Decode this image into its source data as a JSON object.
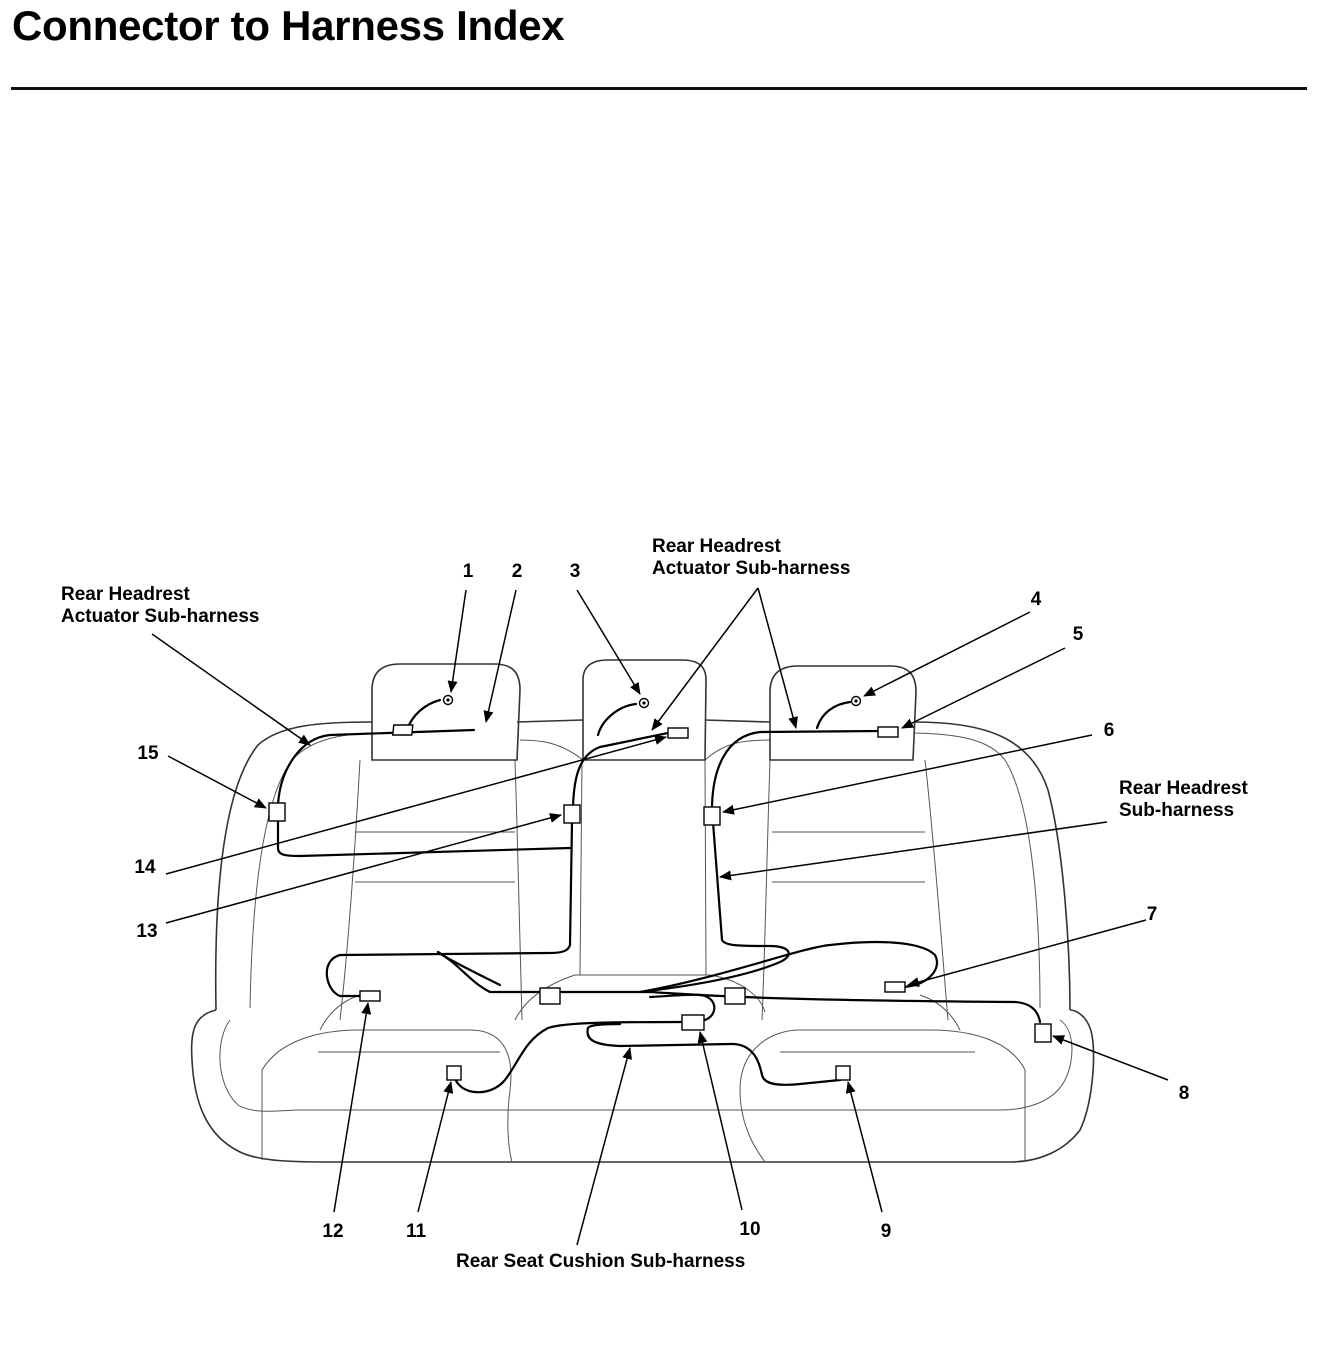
{
  "page": {
    "title": "Connector to Harness Index"
  },
  "diagram": {
    "labels": {
      "actuator_left_line1": "Rear Headrest",
      "actuator_left_line2": "Actuator Sub-harness",
      "actuator_center_line1": "Rear Headrest",
      "actuator_center_line2": "Actuator Sub-harness",
      "headrest_right_line1": "Rear Headrest",
      "headrest_right_line2": "Sub-harness",
      "cushion": "Rear Seat Cushion Sub-harness"
    },
    "callouts": [
      "1",
      "2",
      "3",
      "4",
      "5",
      "6",
      "7",
      "8",
      "9",
      "10",
      "11",
      "12",
      "13",
      "14",
      "15"
    ]
  }
}
